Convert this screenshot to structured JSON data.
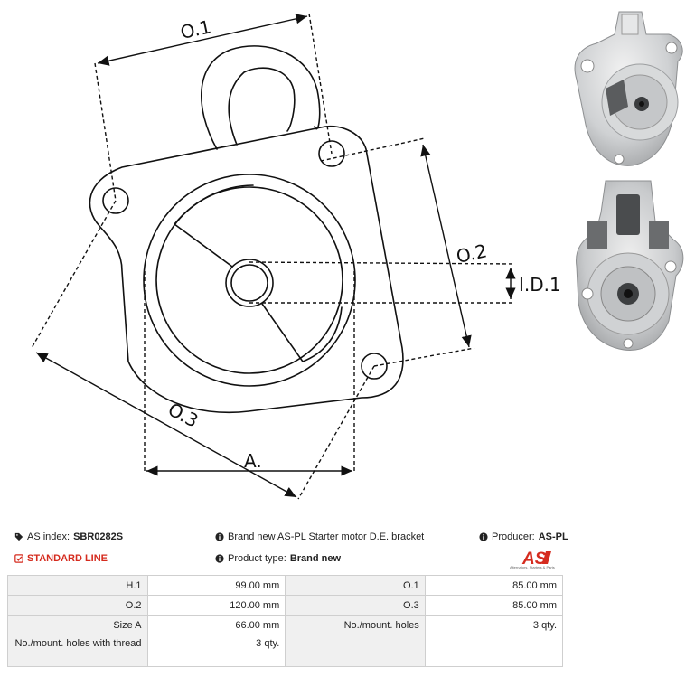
{
  "diagram": {
    "labels": {
      "o1": "O.1",
      "o2": "O.2",
      "o3": "O.3",
      "id1": "I.D.1",
      "a": "A."
    }
  },
  "photos": [
    {
      "name": "bracket-front-photo"
    },
    {
      "name": "bracket-back-photo"
    }
  ],
  "info": {
    "as_index_label": "AS index:",
    "as_index_value": "SBR0282S",
    "description": "Brand new AS-PL Starter motor D.E. bracket",
    "producer_label": "Producer:",
    "producer_value": "AS-PL",
    "line": "STANDARD LINE",
    "product_type_label": "Product type:",
    "product_type_value": "Brand new",
    "logo_text": "AS",
    "logo_subtext": "Alternators, Starters & Parts"
  },
  "specs": [
    [
      "H.1",
      "99.00 mm",
      "O.1",
      "85.00 mm"
    ],
    [
      "O.2",
      "120.00 mm",
      "O.3",
      "85.00 mm"
    ],
    [
      "Size A",
      "66.00 mm",
      "No./mount. holes",
      "3 qty."
    ],
    [
      "No./mount. holes with thread",
      "3 qty.",
      "",
      ""
    ]
  ],
  "colors": {
    "accent": "#d52b1e",
    "label_bg": "#f0f0f0",
    "border": "#cfcfcf"
  }
}
